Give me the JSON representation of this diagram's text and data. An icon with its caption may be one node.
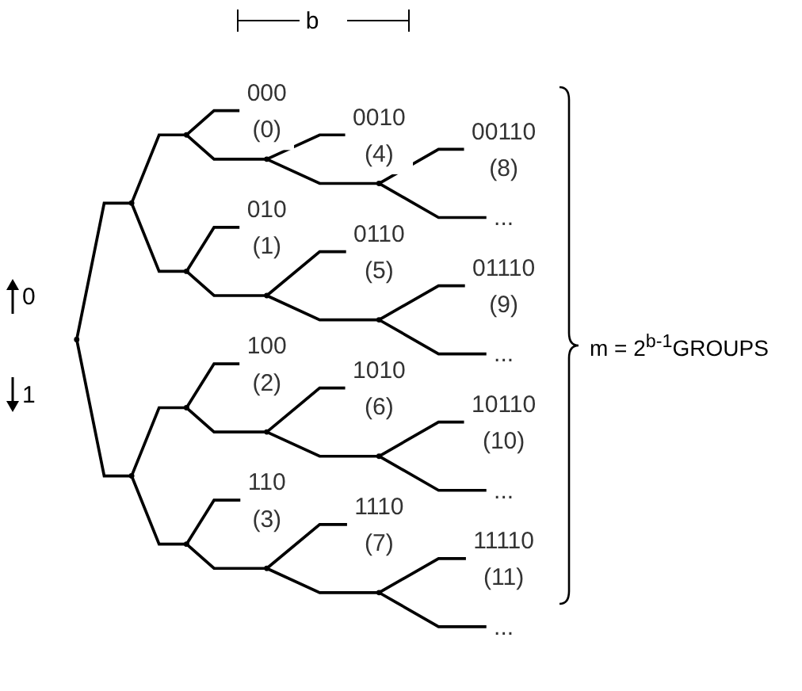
{
  "diagram": {
    "nodes": [
      {
        "text": [],
        "shape": "circle"
      },
      {
        "text": [],
        "shape": "circle"
      },
      {
        "text": [],
        "shape": "circle"
      },
      {
        "text": [],
        "shape": "circle"
      },
      {
        "text": [
          "000",
          "(0)"
        ]
      },
      {
        "text": [],
        "shape": "circle"
      },
      {
        "text": [
          "0010",
          "(4)"
        ]
      },
      {
        "text": [],
        "shape": "circle"
      },
      {
        "text": [
          "00110",
          "(8)"
        ]
      },
      {
        "text": [
          "..."
        ]
      },
      {
        "text": [],
        "shape": "circle"
      },
      {
        "text": [
          "010",
          "(1)"
        ]
      },
      {
        "text": [],
        "shape": "circle"
      },
      {
        "text": [
          "0110",
          "(5)"
        ]
      },
      {
        "text": [],
        "shape": "circle"
      },
      {
        "text": [
          "01110",
          "(9)"
        ]
      },
      {
        "text": [
          "..."
        ]
      },
      {
        "text": [],
        "shape": "circle"
      },
      {
        "text": [
          "100",
          "(2)"
        ]
      },
      {
        "text": [],
        "shape": "circle"
      },
      {
        "text": [
          "1010",
          "(6)"
        ]
      },
      {
        "text": [],
        "shape": "circle"
      },
      {
        "text": [
          "10110",
          "(10)"
        ]
      },
      {
        "text": [
          "..."
        ]
      },
      {
        "text": [],
        "shape": "circle"
      },
      {
        "text": [
          "110",
          "(3)"
        ]
      },
      {
        "text": [],
        "shape": "circle"
      },
      {
        "text": [
          "1110",
          "(7)"
        ]
      },
      {
        "text": [],
        "shape": "circle"
      },
      {
        "text": [
          "11110",
          "(11)"
        ]
      },
      {
        "text": [
          "..."
        ]
      }
    ],
    "edges": [
      {
        "from": 0,
        "to": 1,
        "arrow": "none"
      },
      {
        "from": 0,
        "to": 2,
        "arrow": "none"
      },
      {
        "from": 1,
        "to": 3,
        "arrow": "none"
      },
      {
        "from": 1,
        "to": 10,
        "arrow": "none"
      },
      {
        "from": 2,
        "to": 17,
        "arrow": "none"
      },
      {
        "from": 2,
        "to": 24,
        "arrow": "none"
      },
      {
        "from": 3,
        "to": 4,
        "arrow": "none"
      },
      {
        "from": 3,
        "to": 5,
        "arrow": "none"
      },
      {
        "from": 5,
        "to": 6,
        "arrow": "none"
      },
      {
        "from": 5,
        "to": 7,
        "arrow": "none"
      },
      {
        "from": 7,
        "to": 8,
        "arrow": "none"
      },
      {
        "from": 7,
        "to": 9,
        "arrow": "none"
      },
      {
        "from": 10,
        "to": 11,
        "arrow": "none"
      },
      {
        "from": 10,
        "to": 12,
        "arrow": "none"
      },
      {
        "from": 12,
        "to": 13,
        "arrow": "none"
      },
      {
        "from": 12,
        "to": 14,
        "arrow": "none"
      },
      {
        "from": 14,
        "to": 15,
        "arrow": "none"
      },
      {
        "from": 14,
        "to": 16,
        "arrow": "none"
      },
      {
        "from": 17,
        "to": 18,
        "arrow": "none"
      },
      {
        "from": 17,
        "to": 19,
        "arrow": "none"
      },
      {
        "from": 19,
        "to": 20,
        "arrow": "none"
      },
      {
        "from": 19,
        "to": 21,
        "arrow": "none"
      },
      {
        "from": 21,
        "to": 22,
        "arrow": "none"
      },
      {
        "from": 21,
        "to": 23,
        "arrow": "none"
      },
      {
        "from": 24,
        "to": 25,
        "arrow": "none"
      },
      {
        "from": 24,
        "to": 26,
        "arrow": "none"
      },
      {
        "from": 26,
        "to": 27,
        "arrow": "none"
      },
      {
        "from": 26,
        "to": 28,
        "arrow": "none"
      },
      {
        "from": 28,
        "to": 29,
        "arrow": "none"
      },
      {
        "from": 28,
        "to": 30,
        "arrow": "none"
      }
    ],
    "labels": [
      "b",
      "0",
      "1",
      "m = 2$^{b-1}$GROUPS"
    ]
  }
}
